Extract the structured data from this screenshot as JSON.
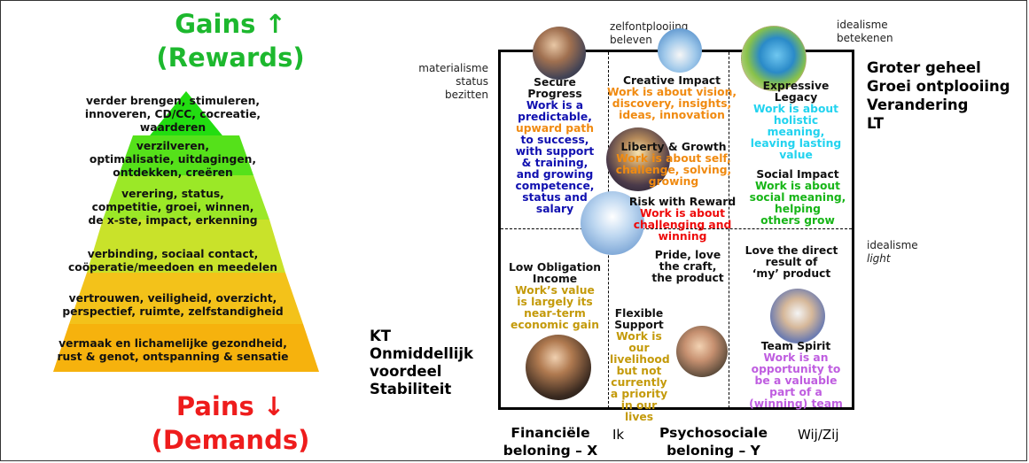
{
  "left": {
    "gains": [
      "Gains ↑",
      "(Rewards)"
    ],
    "pains": [
      "Pains ↓",
      "(Demands)"
    ],
    "levels": [
      {
        "lines": [
          "verder brengen, stimuleren,",
          "innoveren, CD/CC, cocreatie,",
          "waarderen"
        ],
        "color": "#22dd11"
      },
      {
        "lines": [
          "verzilveren,",
          "optimalisatie, uitdagingen,",
          "ontdekken, creëren"
        ],
        "color": "#55e11a"
      },
      {
        "lines": [
          "verering, status,",
          "competitie, groei, winnen,",
          "de x-ste, impact, erkenning"
        ],
        "color": "#9be827"
      },
      {
        "lines": [
          "verbinding, sociaal contact,",
          "coöperatie/meedoen en meedelen"
        ],
        "color": "#c9e22a"
      },
      {
        "lines": [
          "vertrouwen, veiligheid, overzicht,",
          "perspectief, ruimte, zelfstandigheid"
        ],
        "color": "#f3c21a"
      },
      {
        "lines": [
          "vermaak en lichamelijke gezondheid,",
          "rust & genot, ontspanning & sensatie"
        ],
        "color": "#f6b20d"
      }
    ],
    "kt": [
      "KT",
      "Onmiddellijk",
      "voordeel",
      "Stabiliteit"
    ]
  },
  "matrix": {
    "top_mid": [
      "zelfontplooiing",
      "beleven"
    ],
    "top_right": [
      "idealisme",
      "betekenen"
    ],
    "left_top": [
      "materialisme",
      "status",
      "bezitten"
    ],
    "right_mid": [
      "idealisme",
      "light"
    ],
    "right_big": [
      "Groter geheel",
      "Groei ontplooiing",
      "Verandering",
      "LT"
    ],
    "cells": {
      "secure": {
        "title": [
          "Secure",
          "Progress"
        ],
        "body": [
          "Work is a",
          "predictable,",
          "upward path",
          "to success,",
          "with support",
          "& training,",
          "and growing",
          "competence,",
          "status and",
          "salary"
        ]
      },
      "creative": {
        "title": [
          "Creative Impact"
        ],
        "body": [
          "Work is about vision,",
          "discovery, insights,",
          "ideas, innovation"
        ]
      },
      "expressive": {
        "title": [
          "Expressive",
          "Legacy"
        ],
        "body": [
          "Work is about",
          "holistic",
          "meaning,",
          "leaving lasting",
          "value"
        ]
      },
      "liberty": {
        "title": [
          "Liberty & Growth"
        ],
        "body": [
          "Work is about self,",
          "challenge, solving,",
          "growing"
        ]
      },
      "social": {
        "title": [
          "Social Impact"
        ],
        "body": [
          "Work is about",
          "social meaning,",
          "helping",
          "others grow"
        ]
      },
      "risk": {
        "title": [
          "Risk with Reward"
        ],
        "body": [
          "Work is about",
          "challenging and",
          "winning"
        ]
      },
      "pride": {
        "title": [
          "Pride, love",
          "the craft,",
          "the product"
        ]
      },
      "love": {
        "title": [
          "Love the direct",
          "result of",
          "‘my’ product"
        ]
      },
      "low": {
        "title": [
          "Low Obligation",
          "Income"
        ],
        "body": [
          "Work’s value",
          "is largely its",
          "near-term",
          "economic gain"
        ]
      },
      "flexible": {
        "title": [
          "Flexible",
          "Support"
        ],
        "body": [
          "Work is",
          "our",
          "livelihood",
          "but not",
          "currently",
          "a priority",
          "in our",
          "lives"
        ]
      },
      "team": {
        "title": [
          "Team Spirit"
        ],
        "body": [
          "Work is an",
          "opportunity to",
          "be a valuable",
          "part of a",
          "(winning) team"
        ]
      }
    },
    "bottom": {
      "financial": [
        "Financiële",
        "beloning – X"
      ],
      "ik": "Ik",
      "psycho": [
        "Psychosociale",
        "beloning – Y"
      ],
      "wij": "Wij/Zij"
    }
  }
}
